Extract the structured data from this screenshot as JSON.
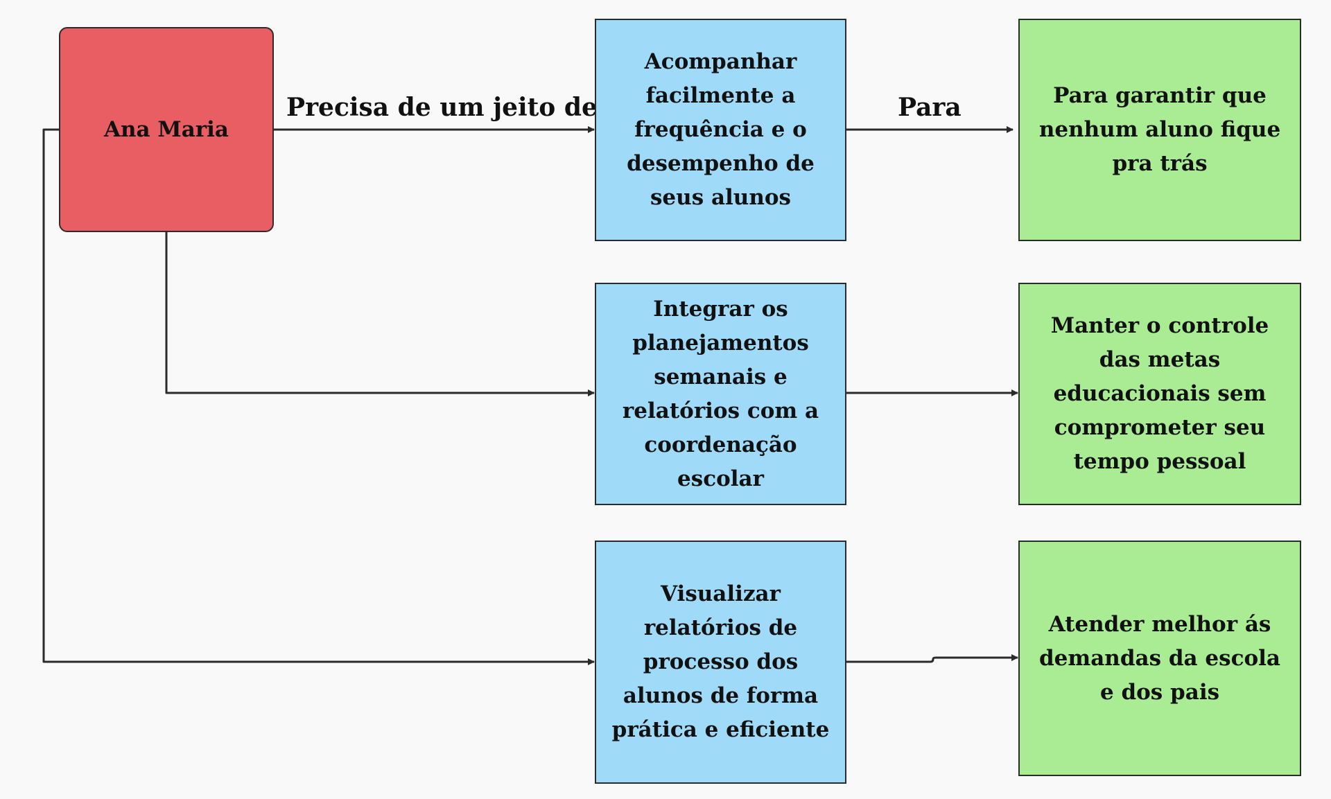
{
  "colors": {
    "persona": "#e95e62",
    "need": "#9fdbf9",
    "goal": "#a9ec93",
    "line": "#2b2b2b",
    "background": "#f9f9f9"
  },
  "persona": {
    "name": "Ana Maria"
  },
  "edge_labels": {
    "need": "Precisa de um jeito de",
    "goal": "Para"
  },
  "needs": [
    {
      "text": "Acompanhar facilmente a frequência e o desempenho de seus alunos"
    },
    {
      "text": "Integrar os planejamentos semanais e relatórios com a coordenação escolar"
    },
    {
      "text": "Visualizar relatórios de processo dos alunos de forma prática e eficiente"
    }
  ],
  "goals": [
    {
      "text": "Para garantir que nenhum aluno fique pra trás"
    },
    {
      "text": "Manter o controle das metas educacionais sem comprometer seu tempo pessoal"
    },
    {
      "text": "Atender melhor ás demandas da escola e dos pais"
    }
  ]
}
